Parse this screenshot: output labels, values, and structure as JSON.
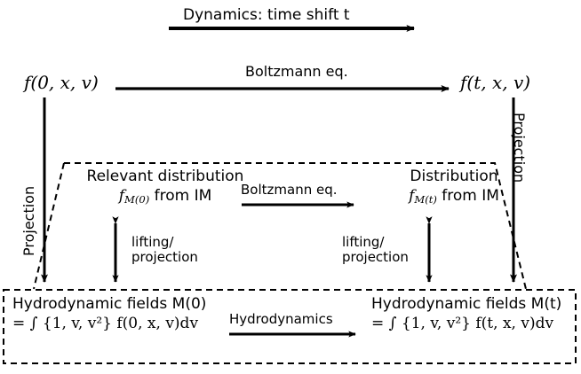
{
  "diagram": {
    "title_arrow": {
      "label": "Dynamics: time shift t",
      "name": "dynamics-time-shift-arrow"
    },
    "top_row": {
      "left_state": "f(0, x, v)",
      "right_state": "f(t, x, v)",
      "arrow_label": "Boltzmann eq."
    },
    "projection_left": "Projection",
    "projection_right": "Projection",
    "middle_row": {
      "left_title": "Relevant distribution",
      "left_subtitle_prefix": "f",
      "left_subtitle_sub": "M(0)",
      "left_subtitle_suffix": " from IM",
      "right_title": "Distribution",
      "right_subtitle_prefix": "f",
      "right_subtitle_sub": "M(t)",
      "right_subtitle_suffix": " from IM",
      "arrow_label": "Boltzmann eq."
    },
    "lifting_left": "lifting/\nprojection",
    "lifting_left_line1": "lifting/",
    "lifting_left_line2": "projection",
    "lifting_right_line1": "lifting/",
    "lifting_right_line2": "projection",
    "bottom_row": {
      "arrow_label": "Hydrodynamics",
      "left_title": "Hydrodynamic fields M(0)",
      "left_formula": "= ∫ {1, v, v²} f(0, x, v)dv",
      "right_title": "Hydrodynamic fields M(t)",
      "right_formula": "= ∫ {1, v, v²} f(t, x, v)dv"
    },
    "colors": {
      "stroke": "#000000",
      "background": "#ffffff"
    }
  }
}
